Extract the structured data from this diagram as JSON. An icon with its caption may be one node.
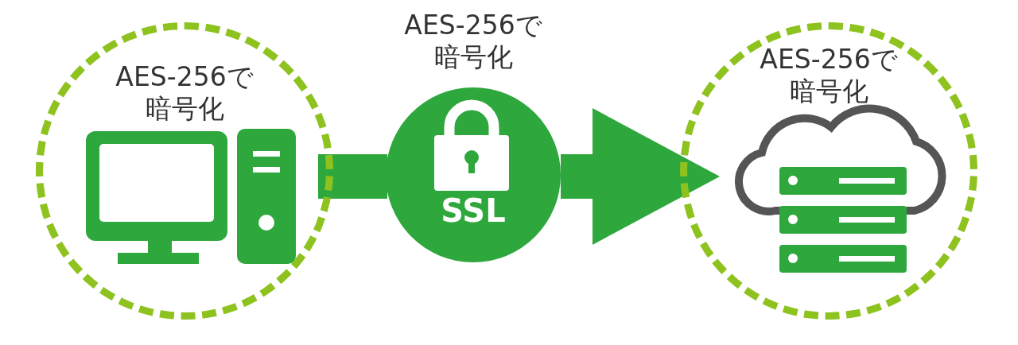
{
  "diagram": {
    "nodes": [
      {
        "text": [
          "AES-256で暗号化"
        ]
      },
      {
        "text": [
          "AES-256で暗号化",
          "SSL"
        ]
      },
      {
        "text": [
          "AES-256で暗号化"
        ]
      }
    ],
    "edges": [
      {
        "from": 0,
        "to": 1,
        "arrow": "none"
      },
      {
        "from": 1,
        "to": 2,
        "arrow": "to"
      }
    ]
  }
}
